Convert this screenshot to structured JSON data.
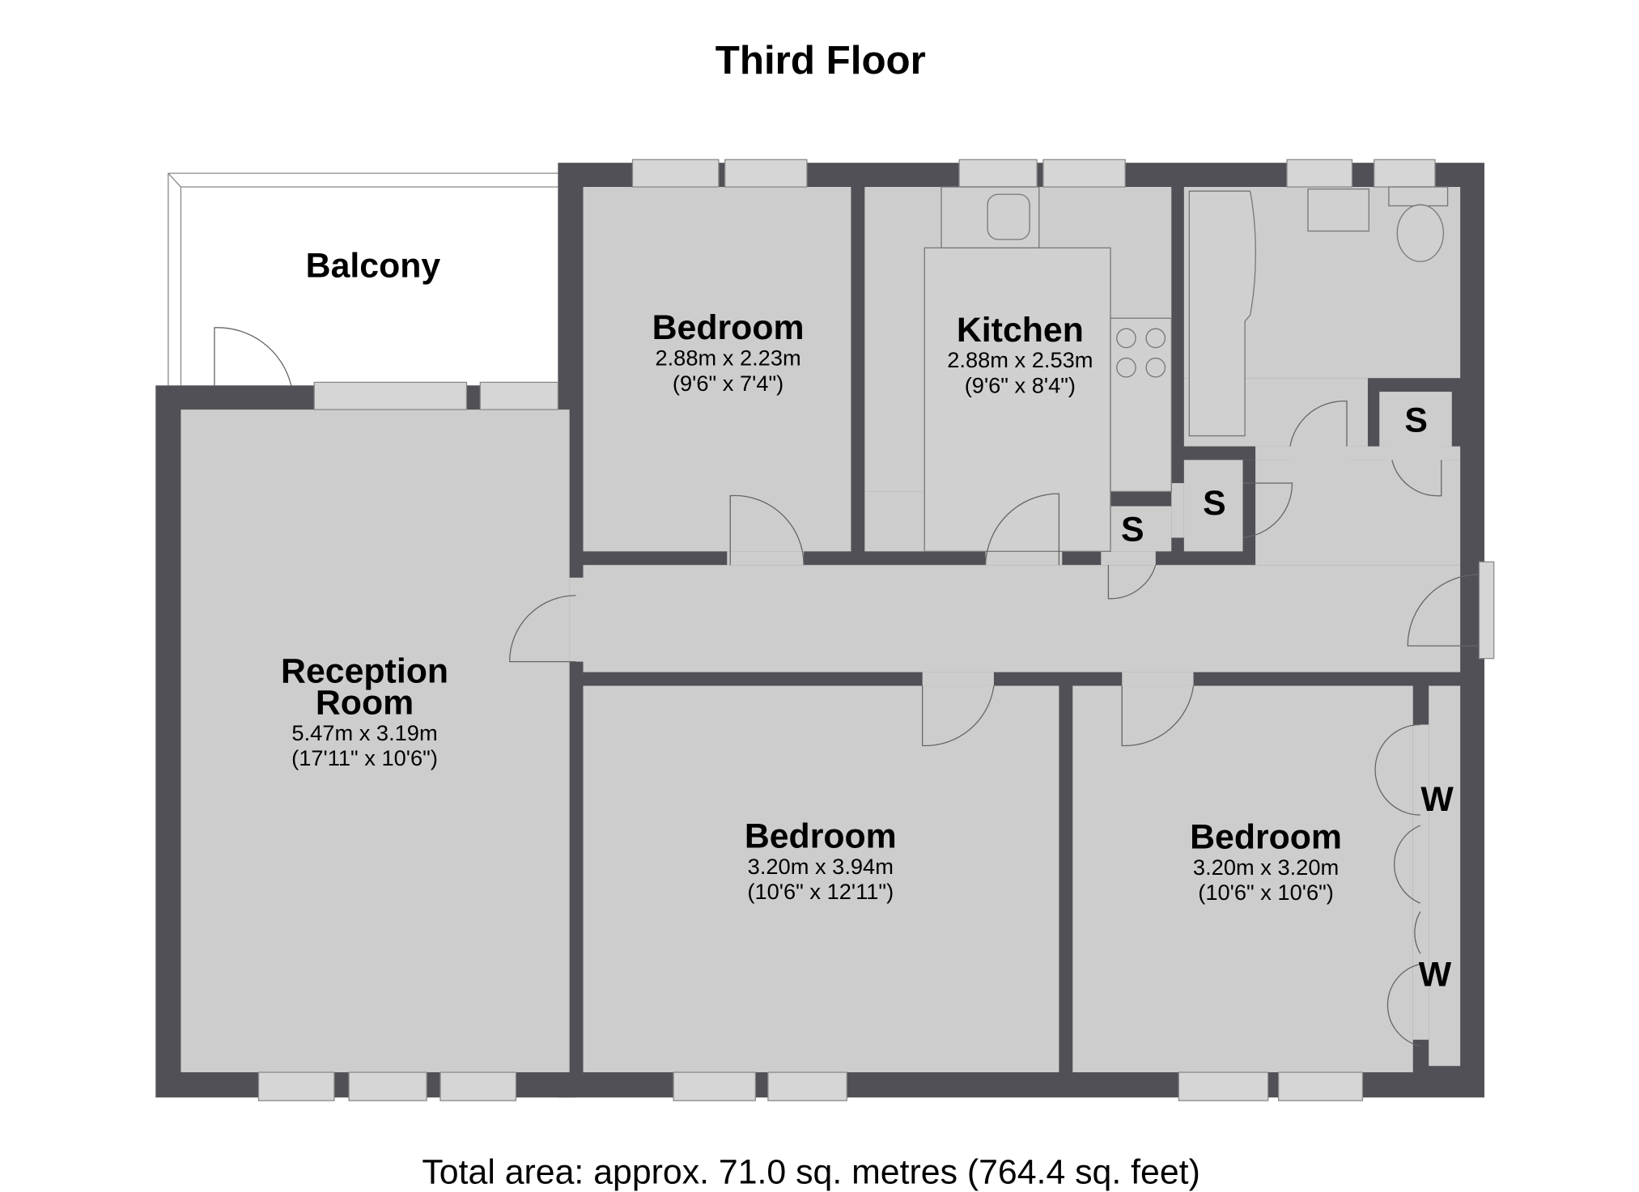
{
  "title": "Third Floor",
  "rooms": {
    "balcony": {
      "name": "Balcony"
    },
    "bedroom1": {
      "name": "Bedroom",
      "metric": "2.88m x 2.23m",
      "imperial": "(9'6\" x 7'4\")"
    },
    "kitchen": {
      "name": "Kitchen",
      "metric": "2.88m x 2.53m",
      "imperial": "(9'6\" x 8'4\")"
    },
    "reception": {
      "name_line1": "Reception",
      "name_line2": "Room",
      "metric": "5.47m x 3.19m",
      "imperial": "(17'11\" x 10'6\")"
    },
    "bedroom2": {
      "name": "Bedroom",
      "metric": "3.20m x 3.94m",
      "imperial": "(10'6\" x 12'11\")"
    },
    "bedroom3": {
      "name": "Bedroom",
      "metric": "3.20m x 3.20m",
      "imperial": "(10'6\" x 10'6\")"
    }
  },
  "storage_labels": [
    "S",
    "S",
    "S"
  ],
  "wardrobe_labels": [
    "W",
    "W"
  ],
  "total_area": "Total area: approx. 71.0 sq. metres (764.4 sq. feet)",
  "colors": {
    "wall": "#505056",
    "floor": "#cdcdcd"
  }
}
